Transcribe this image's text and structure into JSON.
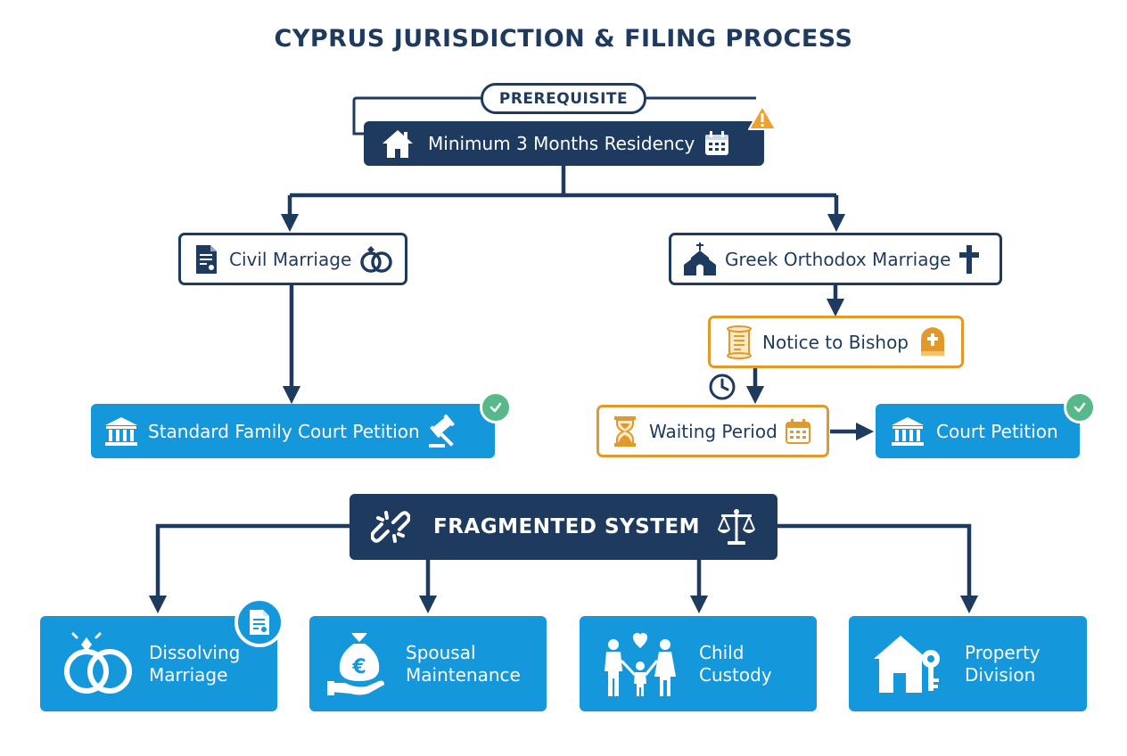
{
  "title": "CYPRUS JURISDICTION & FILING PROCESS",
  "prerequisite": {
    "tag": "PREREQUISITE",
    "label": "Minimum 3 Months Residency",
    "icons": [
      "house-icon",
      "calendar-icon",
      "warning-icon"
    ]
  },
  "civil": {
    "label": "Civil Marriage",
    "icons": [
      "document-icon",
      "rings-icon"
    ],
    "outcome": {
      "label": "Standard Family Court Petition",
      "icons": [
        "courthouse-icon",
        "gavel-icon",
        "check-badge-icon"
      ]
    }
  },
  "orthodox": {
    "label": "Greek Orthodox Marriage",
    "icons": [
      "church-icon",
      "cross-icon"
    ],
    "steps": [
      {
        "label": "Notice to Bishop",
        "icons": [
          "scroll-icon",
          "mitre-icon"
        ]
      },
      {
        "label": "Waiting Period",
        "icons": [
          "hourglass-icon",
          "calendar-icon",
          "clock-icon"
        ]
      }
    ],
    "outcome": {
      "label": "Court Petition",
      "icons": [
        "courthouse-icon",
        "check-badge-icon"
      ]
    }
  },
  "system": {
    "label": "FRAGMENTED SYSTEM",
    "icons": [
      "broken-chain-icon",
      "scales-icon"
    ]
  },
  "issues": [
    {
      "label": "Dissolving\nMarriage",
      "icon": "rings-icon"
    },
    {
      "label": "Spousal\nMaintenance",
      "icon": "money-bag-icon"
    },
    {
      "label": "Child\nCustody",
      "icon": "family-icon"
    },
    {
      "label": "Property\nDivision",
      "icon": "house-key-icon"
    }
  ],
  "colors": {
    "navy": "#1e3a5f",
    "blue": "#1597dc",
    "orange": "#e19a2a",
    "green": "#57b98a"
  }
}
